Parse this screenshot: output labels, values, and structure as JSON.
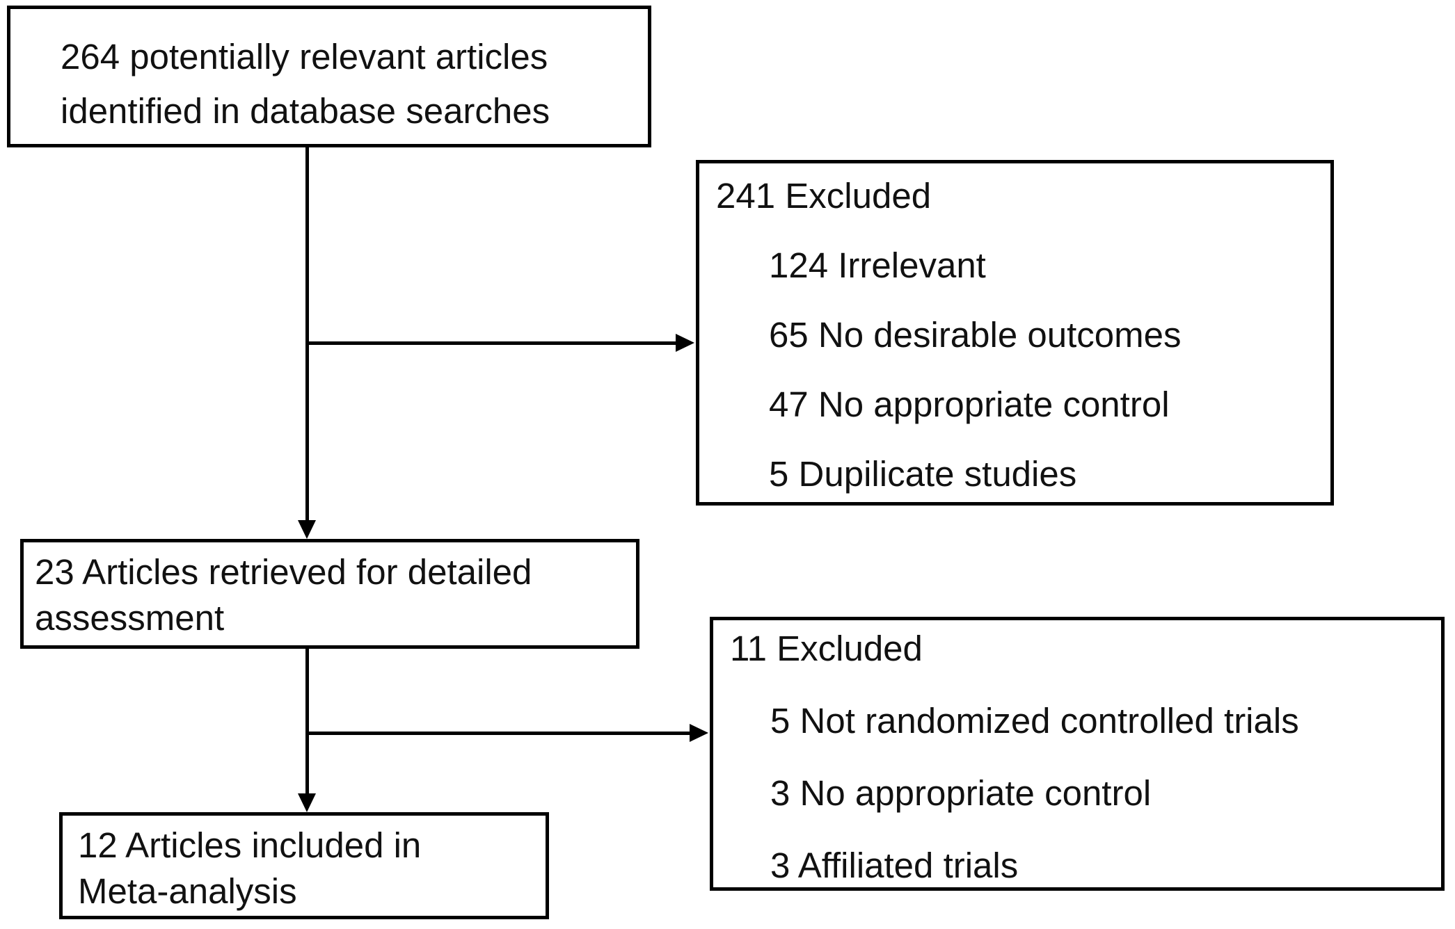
{
  "flowchart": {
    "boxes": {
      "identified": {
        "line1": "264 potentially relevant articles",
        "line2": "identified in database searches"
      },
      "excluded_initial": {
        "title": "241 Excluded",
        "items": [
          "124 Irrelevant",
          "65 No desirable outcomes",
          "47 No appropriate control",
          "5 Dupilicate studies"
        ]
      },
      "retrieved": {
        "line1": "23 Articles retrieved for detailed",
        "line2": "assessment"
      },
      "excluded_detailed": {
        "title": "11 Excluded",
        "items": [
          "5 Not randomized controlled trials",
          "3 No appropriate control",
          "3 Affiliated trials"
        ]
      },
      "included": {
        "line1": "12 Articles included in",
        "line2": "Meta-analysis"
      }
    },
    "colors": {
      "border": "#000000",
      "text": "#111111",
      "background": "#ffffff"
    }
  }
}
